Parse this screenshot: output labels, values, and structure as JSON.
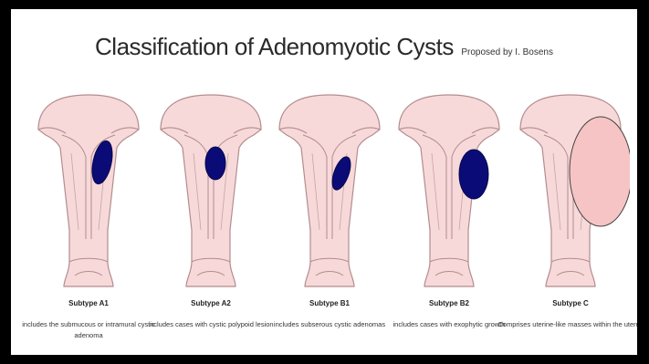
{
  "header": {
    "title": "Classification of Adenomyotic Cysts",
    "subtitle": "Proposed by I. Bosens"
  },
  "subtypes": [
    {
      "label": "Subtype A1",
      "description": "includes the submucous or intramural cystic adenoma"
    },
    {
      "label": "Subtype A2",
      "description": "includes cases with cystic polypoid lesion"
    },
    {
      "label": "Subtype B1",
      "description": "includes subserous cystic adenomas"
    },
    {
      "label": "Subtype B2",
      "description": "includes cases with exophytic growth"
    },
    {
      "label": "Subtype C",
      "description": "Comprises uterine-like masses within the uterus"
    }
  ],
  "colors": {
    "uterus_fill": "#f7d9da",
    "uterus_outline": "#b48c8e",
    "cyst_dark": "#0b0b78",
    "cyst_c": "#f6c4c4"
  }
}
